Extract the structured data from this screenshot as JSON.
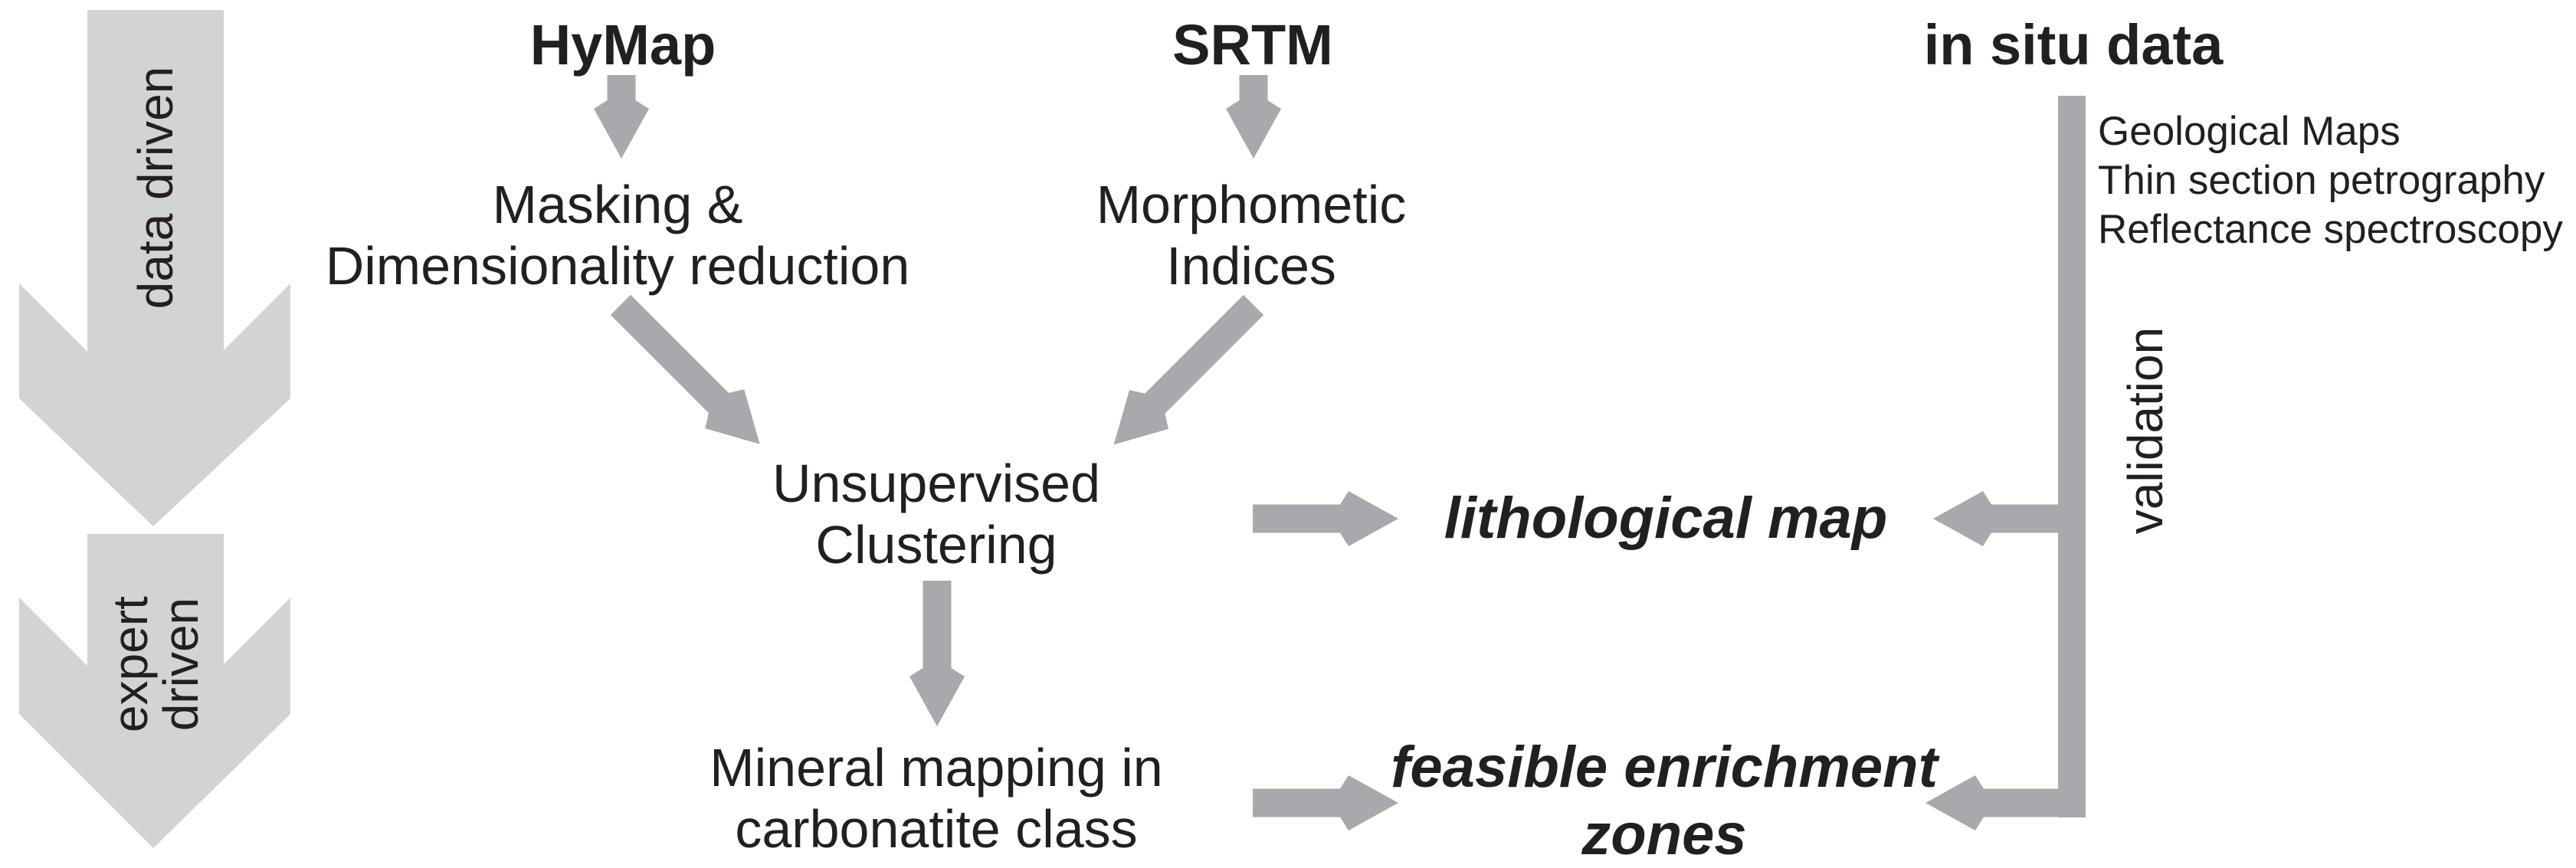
{
  "title": "Workflow diagram: data driven and expert driven processing of HyMap, SRTM and in situ data",
  "colors": {
    "big_arrow_fill": "#d2d3d4",
    "connector_arrow_fill": "#a7a9ac",
    "text": "#231f20",
    "background": "#ffffff"
  },
  "headers": {
    "hymap": "HyMap",
    "srtm": "SRTM",
    "insitu": "in situ data"
  },
  "side_labels": {
    "data_driven": "data driven",
    "expert_driven_line1": "expert",
    "expert_driven_line2": "driven",
    "validation": "validation"
  },
  "nodes": {
    "masking": {
      "line1": "Masking &",
      "line2": "Dimensionality reduction"
    },
    "morphometic": {
      "line1": "Morphometic",
      "line2": "Indices"
    },
    "clustering": {
      "line1": "Unsupervised",
      "line2": "Clustering"
    },
    "mineral": {
      "line1": "Mineral mapping in",
      "line2": "carbonatite class"
    }
  },
  "outputs": {
    "lithological_map": "lithological map",
    "zones_line1": "feasible enrichment",
    "zones_line2": "zones"
  },
  "insitu_list": [
    "Geological Maps",
    "Thin section petrography",
    "Reflectance spectroscopy"
  ]
}
